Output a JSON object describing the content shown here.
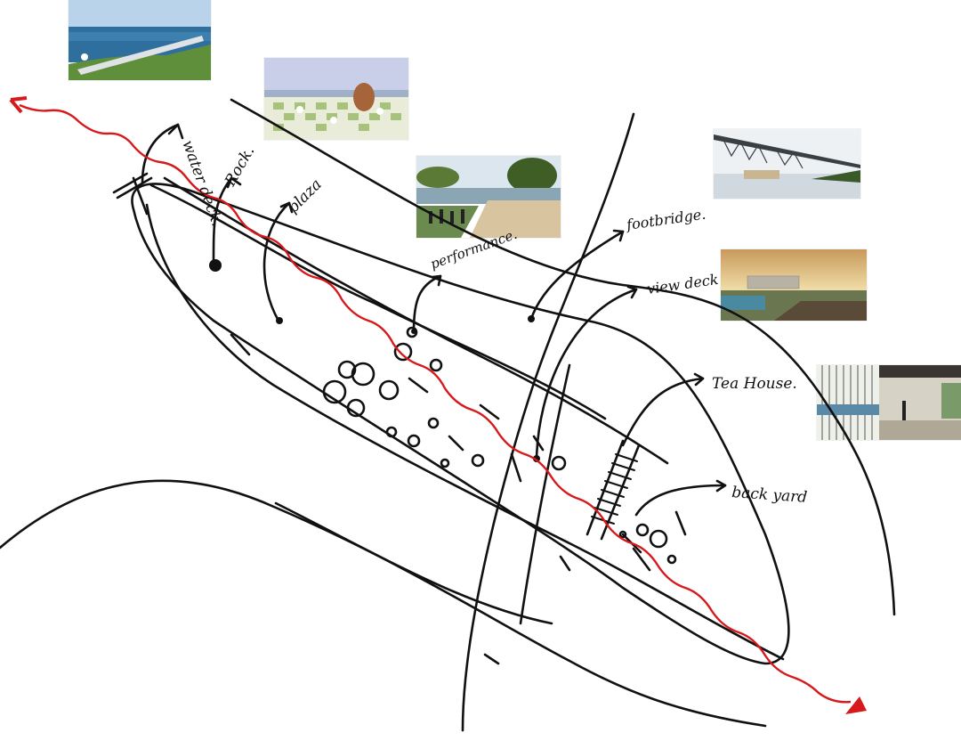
{
  "labels": {
    "water_deck": "water deck.",
    "rock": "Rock.",
    "plaza": "plaza",
    "performance": "performance.",
    "footbridge": "footbridge.",
    "view_deck": "view deck",
    "tea_house": "Tea House.",
    "back_yard": "back yard"
  },
  "colors": {
    "ink": "#111111",
    "route": "#d7191c"
  },
  "photos": [
    {
      "name": "water-deck-photo",
      "subject": "cliff walkway over sea"
    },
    {
      "name": "plaza-photo",
      "subject": "checkered plaza with people"
    },
    {
      "name": "performance-photo",
      "subject": "amphitheater performance"
    },
    {
      "name": "footbridge-photo",
      "subject": "steel footbridge over water"
    },
    {
      "name": "view-deck-photo",
      "subject": "view deck at sunset"
    },
    {
      "name": "tea-house-photo",
      "subject": "glass tea house interior"
    }
  ]
}
